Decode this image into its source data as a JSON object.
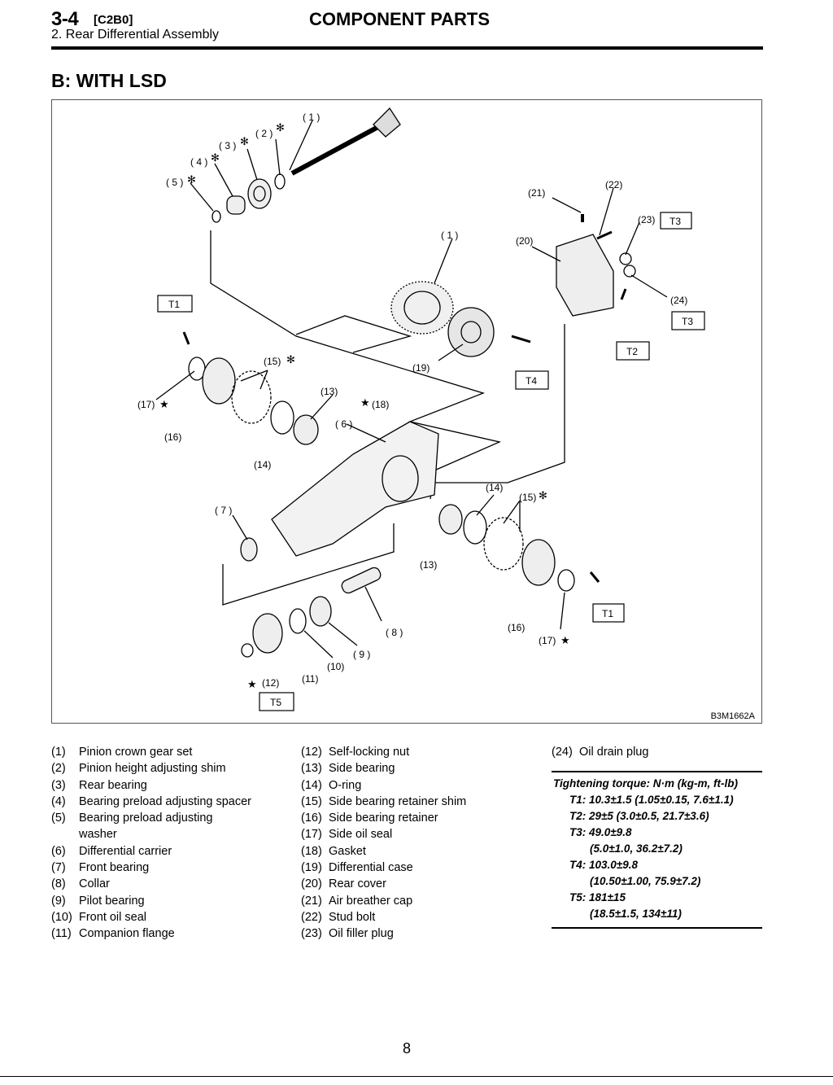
{
  "header": {
    "page_code": "3-4",
    "section_code": "[C2B0]",
    "title": "COMPONENT PARTS",
    "subtitle": "2. Rear Differential Assembly"
  },
  "section_title": "B:  WITH LSD",
  "figure": {
    "code": "B3M1662A",
    "callouts": {
      "c1a": "( 1 )",
      "c1b": "( 1 )",
      "c2": "( 2 )",
      "c3": "( 3 )",
      "c4": "( 4 )",
      "c5": "( 5 )",
      "c6": "( 6 )",
      "c7": "( 7 )",
      "c8": "( 8 )",
      "c9": "( 9 )",
      "c10": "(10)",
      "c11": "(11)",
      "c12": "(12)",
      "c13a": "(13)",
      "c13b": "(13)",
      "c14a": "(14)",
      "c14b": "(14)",
      "c15a": "(15)",
      "c15b": "(15)",
      "c16a": "(16)",
      "c16b": "(16)",
      "c17a": "(17)",
      "c17b": "(17)",
      "c18": "(18)",
      "c19": "(19)",
      "c20": "(20)",
      "c21": "(21)",
      "c22": "(22)",
      "c23": "(23)",
      "c24": "(24)"
    },
    "torque_tags": {
      "t1a": "T1",
      "t1b": "T1",
      "t2": "T2",
      "t3a": "T3",
      "t3b": "T3",
      "t4": "T4",
      "t5": "T5"
    }
  },
  "legend": [
    {
      "num": "(1)",
      "text": "Pinion crown gear set"
    },
    {
      "num": "(2)",
      "text": "Pinion height adjusting shim"
    },
    {
      "num": "(3)",
      "text": "Rear bearing"
    },
    {
      "num": "(4)",
      "text": "Bearing preload adjusting spacer"
    },
    {
      "num": "(5)",
      "text": "Bearing preload adjusting washer"
    },
    {
      "num": "(6)",
      "text": "Differential carrier"
    },
    {
      "num": "(7)",
      "text": "Front bearing"
    },
    {
      "num": "(8)",
      "text": "Collar"
    },
    {
      "num": "(9)",
      "text": "Pilot bearing"
    },
    {
      "num": "(10)",
      "text": "Front oil seal"
    },
    {
      "num": "(11)",
      "text": "Companion flange"
    },
    {
      "num": "(12)",
      "text": "Self-locking nut"
    },
    {
      "num": "(13)",
      "text": "Side bearing"
    },
    {
      "num": "(14)",
      "text": "O-ring"
    },
    {
      "num": "(15)",
      "text": "Side bearing retainer shim"
    },
    {
      "num": "(16)",
      "text": "Side bearing retainer"
    },
    {
      "num": "(17)",
      "text": "Side oil seal"
    },
    {
      "num": "(18)",
      "text": "Gasket"
    },
    {
      "num": "(19)",
      "text": "Differential case"
    },
    {
      "num": "(20)",
      "text": "Rear cover"
    },
    {
      "num": "(21)",
      "text": "Air breather cap"
    },
    {
      "num": "(22)",
      "text": "Stud bolt"
    },
    {
      "num": "(23)",
      "text": "Oil filler plug"
    },
    {
      "num": "(24)",
      "text": "Oil drain plug"
    }
  ],
  "torque": {
    "heading": "Tightening torque: N·m (kg-m, ft-lb)",
    "t1": "T1:  10.3±1.5 (1.05±0.15, 7.6±1.1)",
    "t2": "T2:  29±5 (3.0±0.5, 21.7±3.6)",
    "t3a": "T3:  49.0±9.8",
    "t3b": "(5.0±1.0, 36.2±7.2)",
    "t4a": "T4:  103.0±9.8",
    "t4b": "(10.50±1.00, 75.9±7.2)",
    "t5a": "T5:  181±15",
    "t5b": "(18.5±1.5, 134±11)"
  },
  "page_number": "8"
}
